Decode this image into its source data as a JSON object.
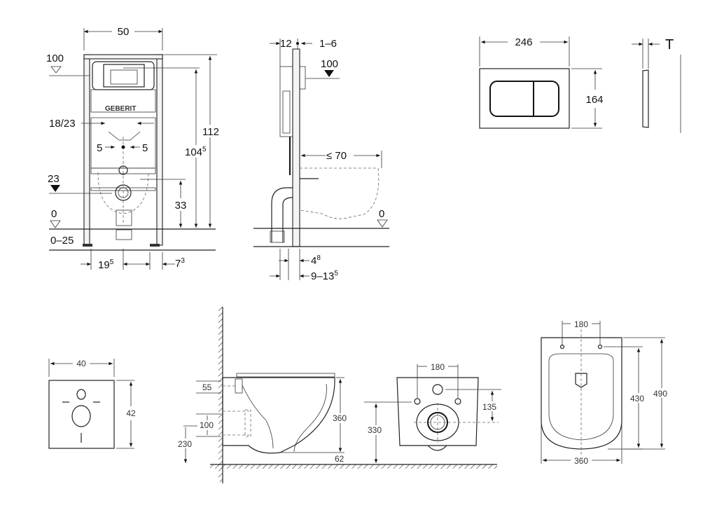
{
  "frame_front": {
    "width": "50",
    "level_100": "100",
    "flush_pipe": "18/23",
    "offset_left": "5",
    "offset_right": "5",
    "height_112": "112",
    "height_104": "104",
    "height_104_sup": "5",
    "level_23": "23",
    "height_33": "33",
    "level_0": "0",
    "adjust_range": "0–25",
    "foot_left": "19",
    "foot_left_sup": "5",
    "foot_right": "7",
    "foot_right_sup": "3",
    "brand": "GEBERIT"
  },
  "frame_side": {
    "depth_12": "12",
    "range_1_6": "1–6",
    "level_100": "100",
    "max_70": "≤ 70",
    "level_0": "0",
    "depth_4": "4",
    "depth_4_sup": "8",
    "range_9_13": "9–13",
    "range_9_13_sup": "5"
  },
  "flush_plate": {
    "width": "246",
    "height": "164",
    "thickness": "T"
  },
  "sound_pad": {
    "width": "40",
    "height": "42"
  },
  "bowl_side": {
    "dim_55": "55",
    "dim_100": "100",
    "dim_230": "230",
    "dim_360": "360",
    "dim_62": "62"
  },
  "bowl_back": {
    "dim_180": "180",
    "dim_135": "135",
    "dim_330": "330"
  },
  "bowl_top": {
    "dim_180": "180",
    "dim_430": "430",
    "dim_490": "490",
    "dim_360": "360"
  }
}
